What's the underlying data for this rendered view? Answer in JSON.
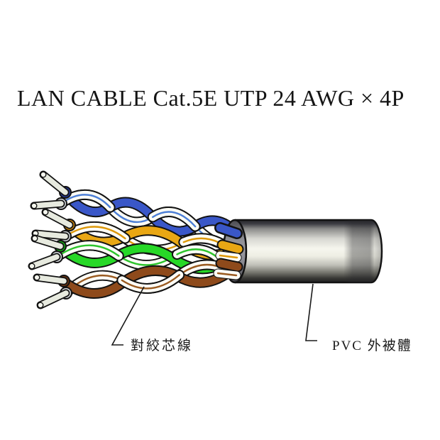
{
  "title": "LAN CABLE Cat.5E UTP 24 AWG × 4P",
  "labels": {
    "twisted_pair": "對絞芯線",
    "jacket": "PVC 外被體"
  },
  "diagram": {
    "pairs": [
      "blue",
      "orange",
      "green",
      "brown"
    ],
    "pair_count": "4",
    "wires_per_pair": "2"
  },
  "colors": {
    "outline": "#121212",
    "wire-white": "#fdfdf6",
    "wire-blue": "#3a57c8",
    "stripe-blue": "#4d7fd6",
    "wire-orange": "#e9a714",
    "stripe-orange": "#dd9708",
    "wire-green": "#27d827",
    "stripe-green": "#2cc42c",
    "wire-brown": "#8e4a1b",
    "stripe-brown": "#9a5a20",
    "conductor": "#e7eadf",
    "conductor-cap": "#f5f7ee",
    "ring-blue": "#24368f",
    "ring-orange": "#c07d08",
    "ring-green": "#17a817",
    "ring-brown": "#6b3512",
    "ring-white": "#d4d8dc",
    "jacket-light": "#f6f6ee",
    "jacket-dark": "#26262a",
    "jacket-ring": "#8e8e94"
  }
}
